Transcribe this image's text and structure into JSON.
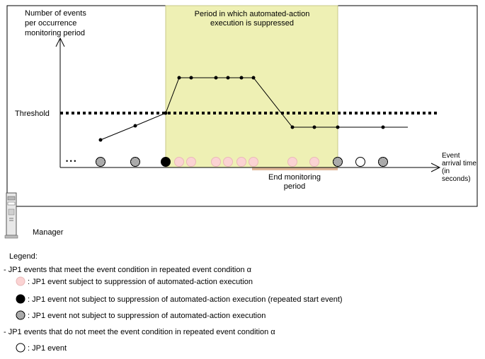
{
  "chart": {
    "y_axis_title": [
      "Number of events",
      "per occurrence",
      "monitoring period"
    ],
    "x_axis_title": [
      "Event",
      "arrival time",
      "(in",
      "seconds)"
    ],
    "threshold_label": "Threshold",
    "ellipsis": "• • •",
    "suppressed_period_label": [
      "Period in which automated-action",
      "execution is suppressed"
    ],
    "end_monitoring_label": [
      "End monitoring",
      "period"
    ],
    "colors": {
      "suppressed_fill": "#eef0b4",
      "suppressed_stroke": "#c8c888",
      "end_monitoring_bar": "#e0b89a",
      "suppressed_event": "#fbd3d3",
      "start_event": "#000000",
      "unsuppressed_event_pattern": "#555555",
      "nonmatching_event": "#ffffff"
    }
  },
  "manager": {
    "label": "Manager",
    "icon": "server-tower-icon"
  },
  "legend": {
    "title": "Legend:",
    "group1_heading": "- JP1 events that meet the event condition in repeated event condition α",
    "items1": [
      {
        "kind": "suppressed",
        "text": ": JP1 event subject to suppression of automated-action execution"
      },
      {
        "kind": "start",
        "text": ": JP1 event not subject to suppression of automated-action execution (repeated start event)"
      },
      {
        "kind": "unsuppressed",
        "text": ": JP1 event not subject to suppression of automated-action execution"
      }
    ],
    "group2_heading": "- JP1 events that do not meet the event condition in repeated event condition α",
    "items2": [
      {
        "kind": "nonmatching",
        "text": ": JP1 event"
      }
    ]
  }
}
